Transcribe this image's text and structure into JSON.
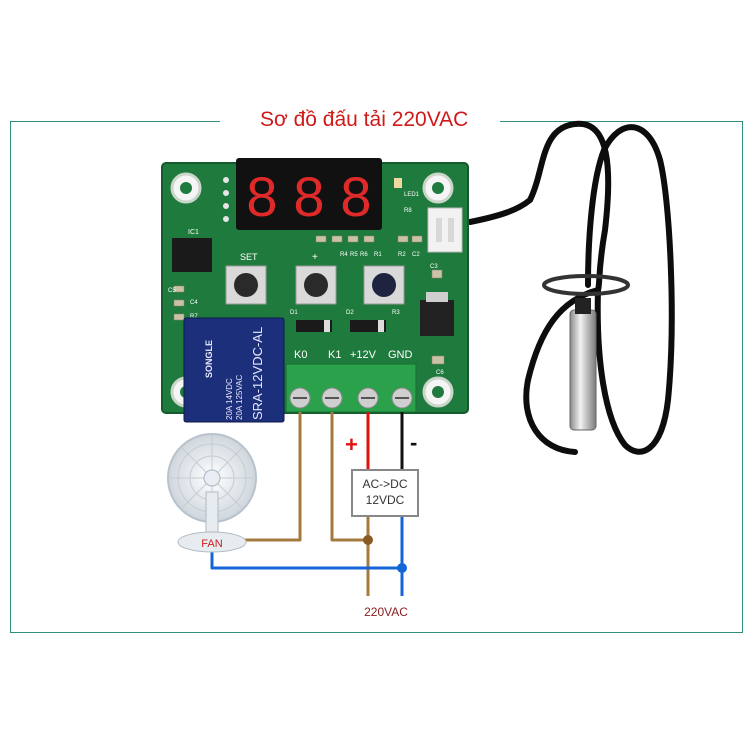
{
  "title": "Sơ đồ đấu tải 220VAC",
  "board": {
    "display_digits": [
      "8",
      "8",
      "8"
    ],
    "button_set": "SET",
    "button_plus": "+",
    "terminal_labels": [
      "K0",
      "K1",
      "+12V",
      "GND"
    ],
    "relay_brand": "SONGLE",
    "relay_model": "SRA-12VDC-AL",
    "relay_rating_1": "20A 14VDC",
    "relay_rating_2": "20A 125VAC",
    "silk_labels": [
      "IC1",
      "C5",
      "C4",
      "R7",
      "D1",
      "D2",
      "R3",
      "R4",
      "R5",
      "R6",
      "R1",
      "R2",
      "C2",
      "C3",
      "C6",
      "LED1",
      "R8"
    ]
  },
  "converter": {
    "line1": "AC->DC",
    "line2": "12VDC"
  },
  "polarity": {
    "plus": "+",
    "minus": "-"
  },
  "fan_label": "FAN",
  "mains_label": "220VAC",
  "colors": {
    "pcb": "#1f7a3d",
    "terminal": "#2aa14a",
    "relay": "#1c2f7a",
    "wire_brown": "#a57a3f",
    "wire_red": "#e01010",
    "wire_black": "#111111",
    "wire_blue": "#1565d8",
    "title": "#d01a1a",
    "frame": "#2f8f7a"
  }
}
